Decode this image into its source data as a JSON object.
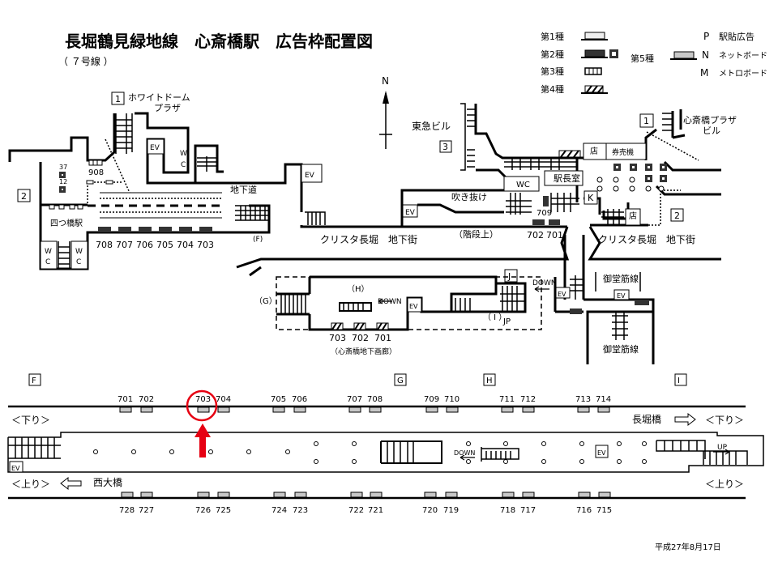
{
  "title": "長堀鶴見緑地線　心斎橋駅　広告枠配置図",
  "subtitle": "（ ７号線 ）",
  "legend": {
    "type1": "第1種",
    "type2": "第2種",
    "type3": "第3種",
    "type4": "第4種",
    "type5": "第5種",
    "p_key": "P",
    "p_label": "駅貼広告",
    "n_key": "N",
    "n_label": "ネットボード",
    "m_key": "M",
    "m_label": "メトロボード"
  },
  "north": "N",
  "colors": {
    "highlight": "#e60012",
    "type2_fill": "#333333",
    "type5_fill": "#c8c8c8",
    "type1_fill": "#eeeeee"
  },
  "map": {
    "exit1_left": "1",
    "exit1_left_label1": "ホワイトドーム",
    "exit1_left_label2": "プラザ",
    "exit2_left": "2",
    "yotsubashi": "四つ橋駅",
    "ad_37": "37",
    "ad_12": "12",
    "ad_908": "908",
    "underpass": "地下道",
    "ev": "EV",
    "w": "W",
    "c": "C",
    "f_marker": "(F)",
    "station_ads": [
      "708",
      "707",
      "706",
      "705",
      "704",
      "703"
    ],
    "crysta_left": "クリスタ長堀　地下街",
    "stairs_up": "（階段上）",
    "tokyu": "東急ビル",
    "exit3": "3",
    "atrium": "吹き抜け",
    "wc": "WC",
    "station_master": "駅長室",
    "shop": "店",
    "ticket": "券売機",
    "k": "K",
    "ad_709": "709",
    "ad_702": "702",
    "ad_701": "701",
    "exit1_right": "1",
    "exit1_right_label1": "心斎橋プラザ",
    "exit1_right_label2": "ビル",
    "exit2_right": "2",
    "crysta_right": "クリスタ長堀　地下街",
    "midosuji1": "御堂筋線",
    "midosuji2": "御堂筋線",
    "j": "J",
    "down": "DOWN",
    "gallery": {
      "g": "（G）",
      "h": "（H）",
      "i": "（ I ）",
      "jp": "JP",
      "down": "DOWN",
      "ads": [
        "703",
        "702",
        "701"
      ],
      "caption": "（心斎橋地下画廊）"
    }
  },
  "platform": {
    "markers": [
      "F",
      "G",
      "H",
      "I"
    ],
    "down_label_left": "＜下り＞",
    "down_label_right": "＜下り＞",
    "up_label_left": "＜上り＞",
    "up_label_right": "＜上り＞",
    "nishiohashi": "西大橋",
    "nagahoribashi": "長堀橋",
    "down": "DOWN",
    "up": "UP",
    "ev": "EV",
    "top_ads": [
      "701",
      "702",
      "703",
      "704",
      "705",
      "706",
      "707",
      "708",
      "709",
      "710",
      "711",
      "712",
      "713",
      "714"
    ],
    "bottom_ads": [
      "728",
      "727",
      "726",
      "725",
      "724",
      "723",
      "722",
      "721",
      "720",
      "719",
      "718",
      "717",
      "716",
      "715"
    ],
    "highlighted_ad": "703"
  },
  "date": "平成27年8月17日"
}
